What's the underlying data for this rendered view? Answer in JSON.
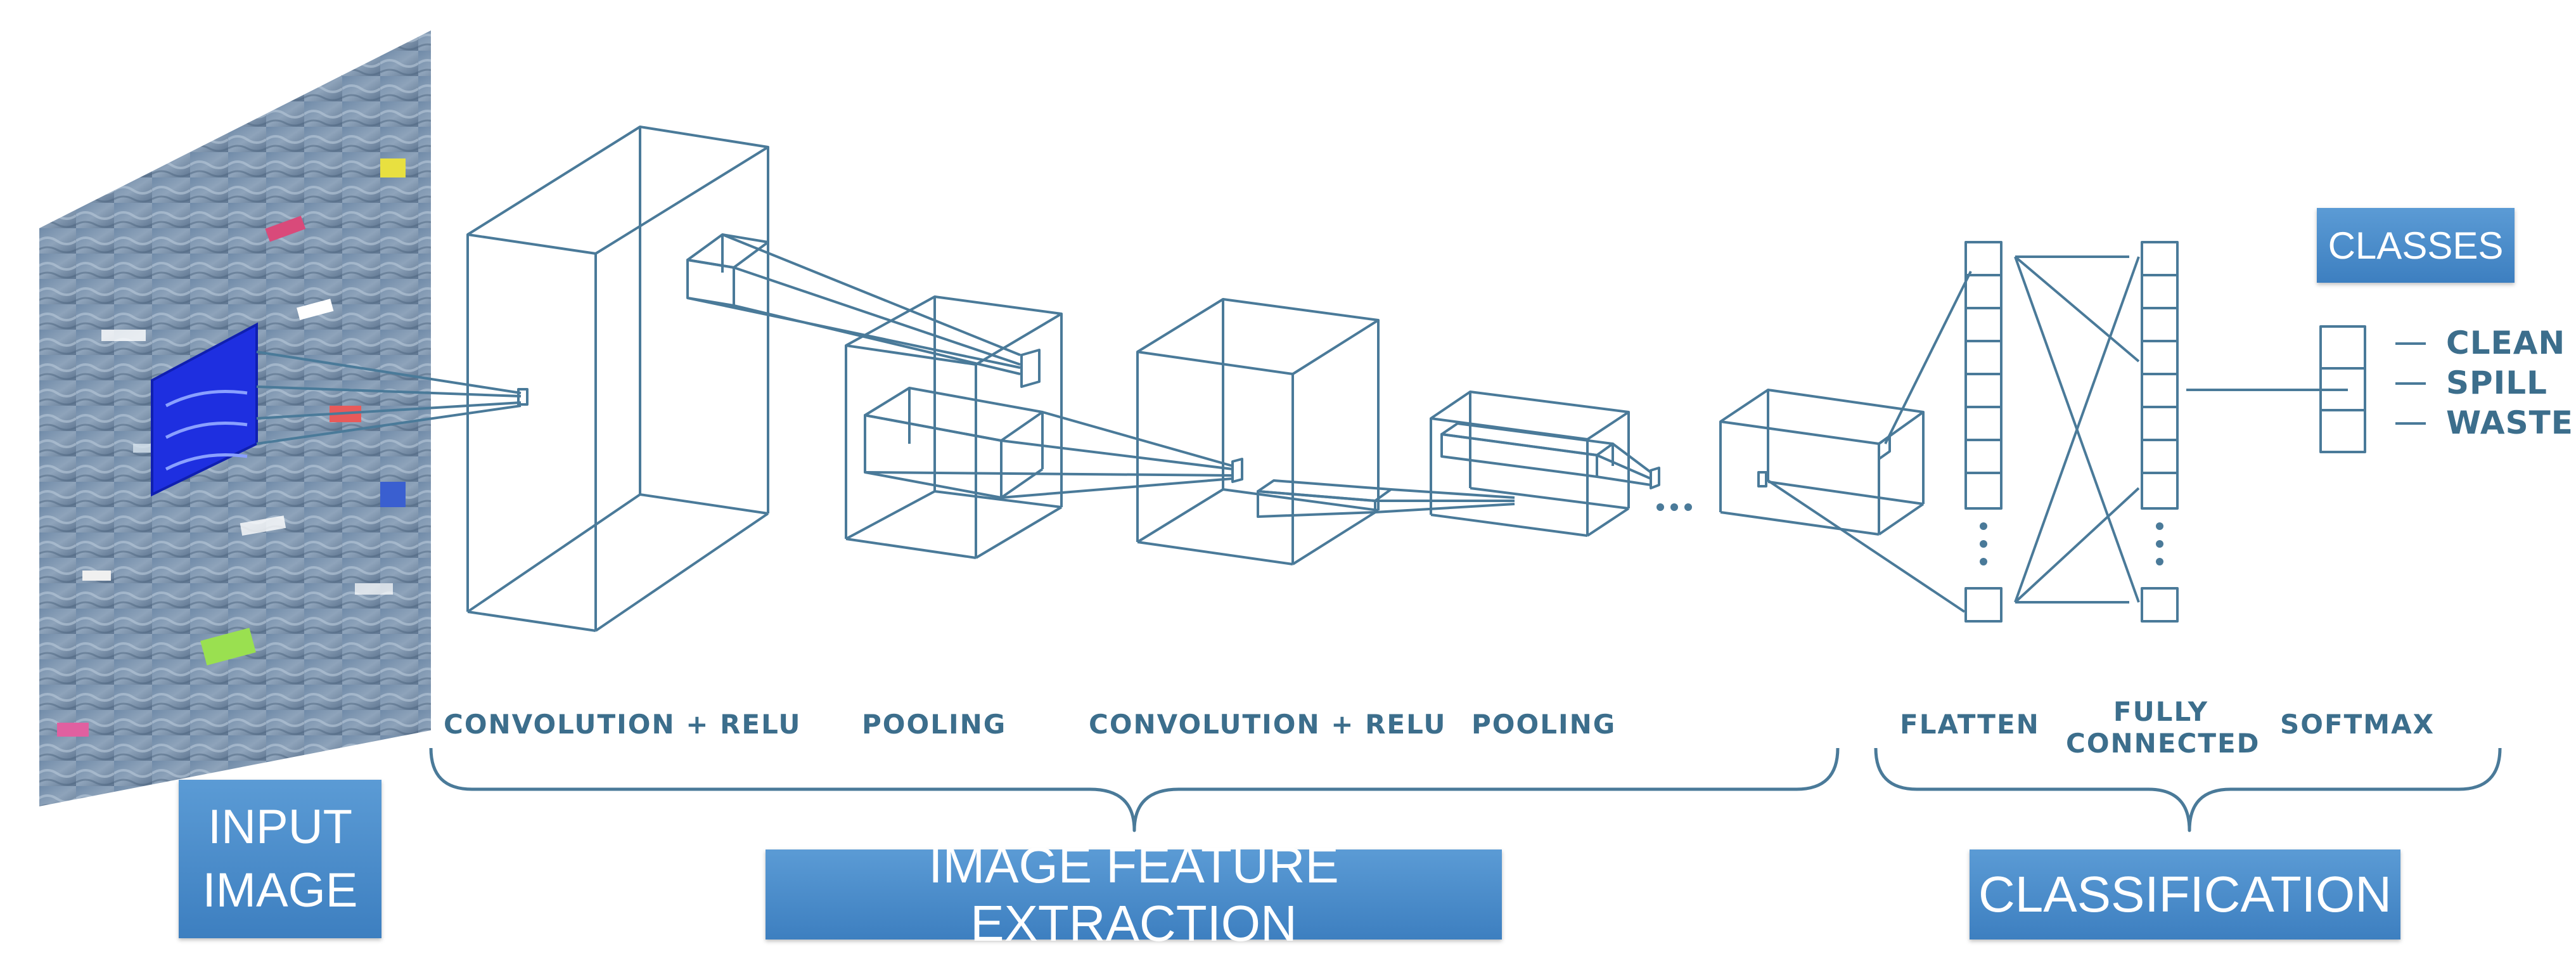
{
  "stage_labels": {
    "conv1": "CONVOLUTION + RELU",
    "pool1": "POOLING",
    "conv2": "CONVOLUTION + RELU",
    "pool2": "POOLING",
    "flatten": "FLATTEN",
    "fully_connected_line1": "FULLY",
    "fully_connected_line2": "CONNECTED",
    "softmax": "SOFTMAX"
  },
  "group_tags": {
    "input_line1": "INPUT",
    "input_line2": "IMAGE",
    "feature_extraction": "IMAGE FEATURE EXTRACTION",
    "classification": "CLASSIFICATION",
    "classes": "CLASSES"
  },
  "classes": [
    "CLEAN",
    "SPILL",
    "WASTE"
  ],
  "colors": {
    "line": "#4a7a99",
    "text": "#3c6e8c",
    "tag": "#4a8ccd",
    "highlight": "#1e2fe0"
  },
  "icons": {
    "input_image": "water-surface-image",
    "ellipsis": "ellipsis-icon"
  }
}
